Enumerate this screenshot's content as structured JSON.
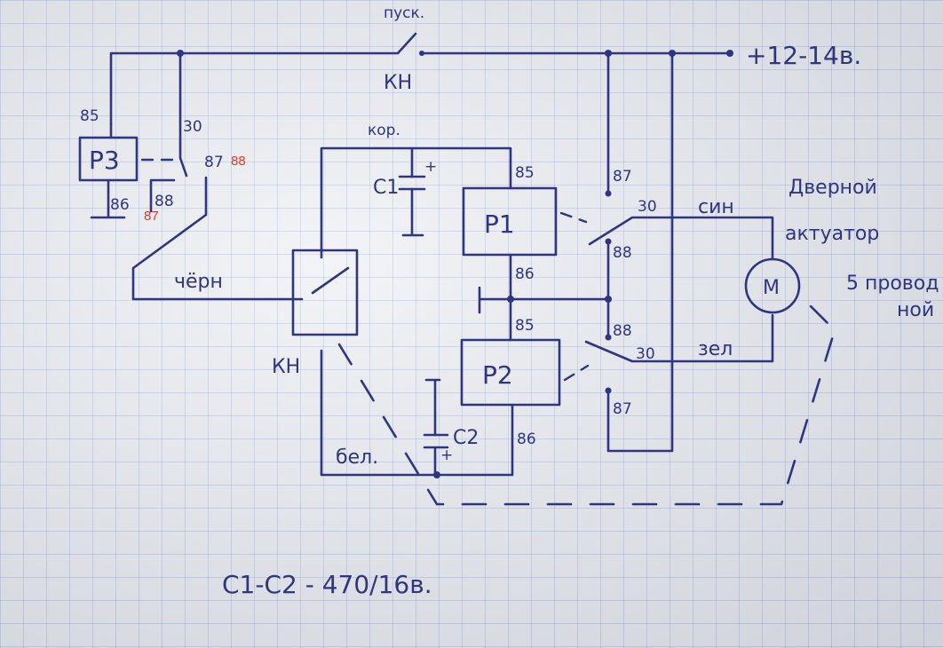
{
  "diagram": {
    "pusk": "пуск.",
    "kn_top": "КН",
    "supply": "+12-14в.",
    "kor": "кор.",
    "c1": "С1",
    "plus_c1": "+",
    "c2": "С2",
    "plus_c2": "+",
    "chern": "чёрн",
    "kn_bottom": "КН",
    "bel": "бел.",
    "sin": "син",
    "zel": "зел",
    "motor": "М",
    "actuator_line1": "Дверной",
    "actuator_line2": "актуатор",
    "wires_line1": "5 провод",
    "wires_line2": "ной",
    "formula": "С1-С2 - 470/16в.",
    "relays": {
      "r3": {
        "label": "Р3",
        "pin_85": "85",
        "pin_86": "86",
        "pin_30": "30",
        "pin_87": "87",
        "pin_88": "88",
        "red_88": "88",
        "red_87": "87"
      },
      "r1": {
        "label": "Р1",
        "pin_85": "85",
        "pin_86": "86",
        "pin_87": "87",
        "pin_30": "30",
        "pin_88": "88"
      },
      "r2": {
        "label": "Р2",
        "pin_85": "85",
        "pin_86": "86",
        "pin_88": "88",
        "pin_30": "30",
        "pin_87": "87"
      }
    }
  }
}
